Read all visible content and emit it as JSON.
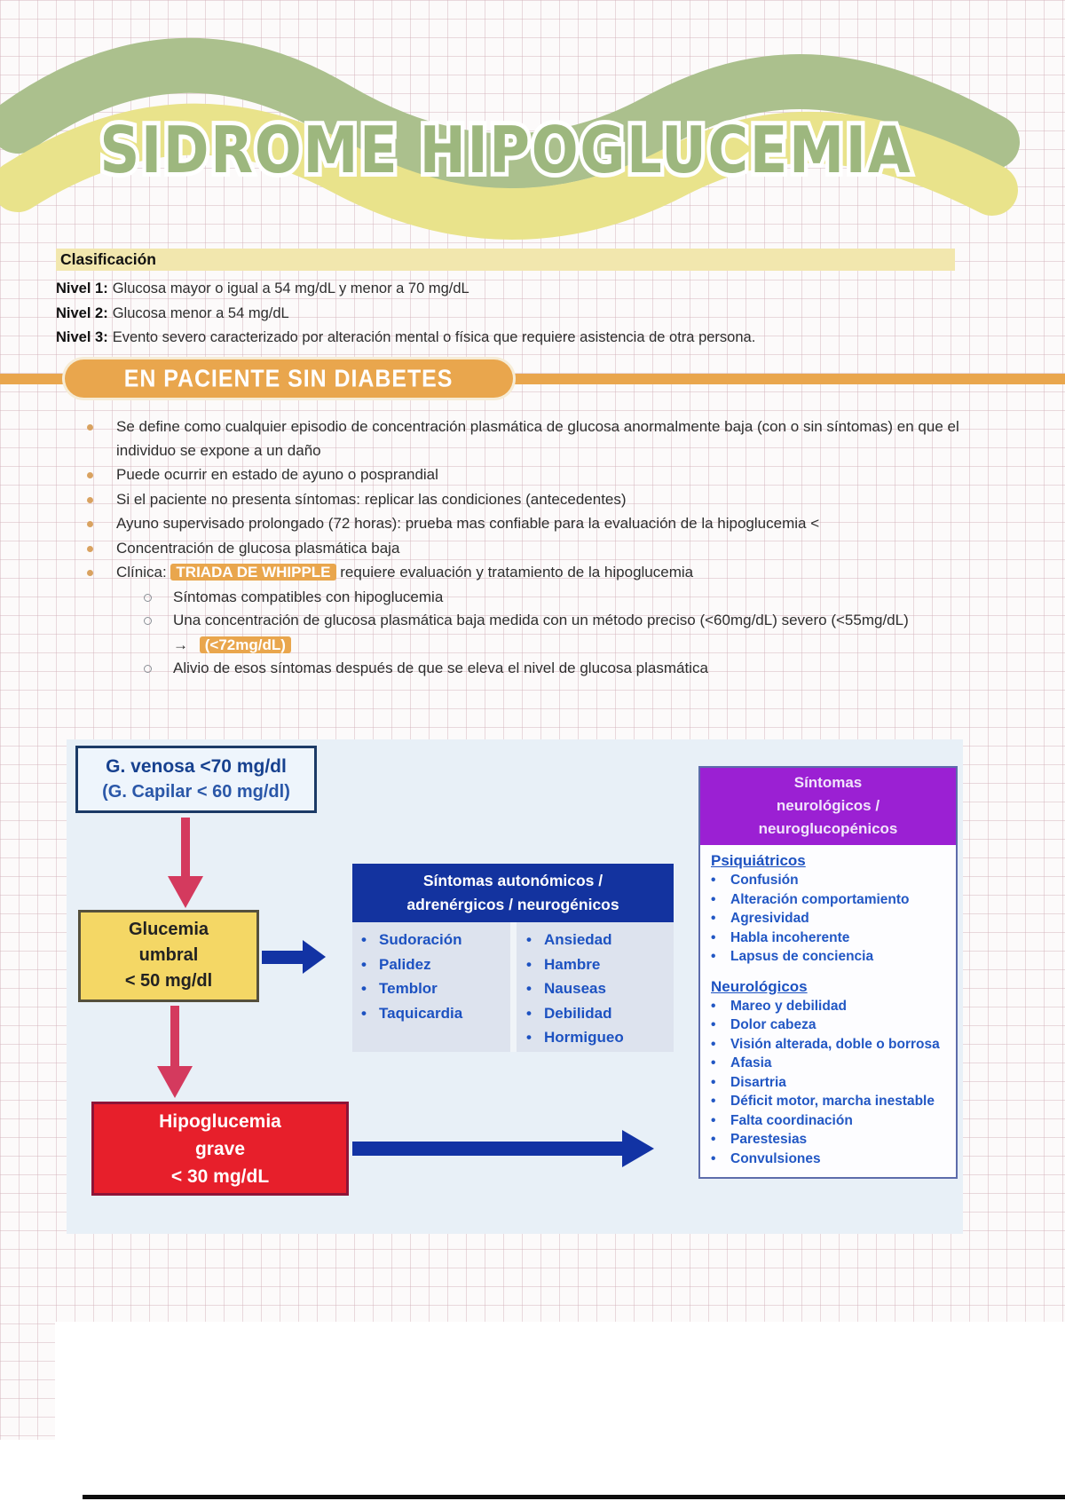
{
  "page": {
    "title": "SIDROME HIPOGLUCEMIA"
  },
  "classification": {
    "heading": "Clasificación",
    "levels": [
      {
        "label": "Nivel 1:",
        "text": "Glucosa mayor o igual a 54 mg/dL y menor a 70 mg/dL"
      },
      {
        "label": "Nivel 2:",
        "text": "Glucosa menor a 54 mg/dL"
      },
      {
        "label": "Nivel 3:",
        "text": "Evento severo caracterizado por alteración mental o física que requiere  asistencia de otra persona."
      }
    ]
  },
  "section_banner": {
    "label": "EN PACIENTE SIN DIABETES"
  },
  "bullets": {
    "items": [
      "Se define como cualquier episodio de concentración plasmática de glucosa anormalmente baja (con o sin síntomas) en que el individuo se expone a un daño",
      "Puede ocurrir en estado de ayuno o posprandial",
      "Si el paciente no presenta síntomas: replicar las condiciones (antecedentes)",
      "Ayuno supervisado prolongado (72 horas): prueba mas confiable para la evaluación de la hipoglucemia <",
      "Concentración de glucosa plasmática baja"
    ],
    "clinica": {
      "prefix": "Clínica:",
      "highlight": "TRIADA DE WHIPPLE",
      "suffix": "requiere evaluación y tratamiento de la hipoglucemia"
    },
    "sub_items": {
      "first": "Síntomas compatibles con hipoglucemia",
      "second": "Una concentración de glucosa plasmática baja medida con un método preciso (<60mg/dL) severo (<55mg/dL)",
      "second_arrow": "→",
      "second_highlight": "(<72mg/dL)",
      "third": "Alivio de esos síntomas después de que se eleva el nivel de glucosa plasmática"
    }
  },
  "flowchart": {
    "venous_box": {
      "line1": "G. venosa <70 mg/dl",
      "line2": "(G. Capilar < 60 mg/dl)"
    },
    "threshold_box": {
      "line1": "Glucemia",
      "line2": "umbral",
      "line3": "< 50 mg/dl"
    },
    "severe_box": {
      "line1": "Hipoglucemia",
      "line2": "grave",
      "line3": "< 30 mg/dL"
    },
    "autonomic": {
      "header_line1": "Síntomas autonómicos /",
      "header_line2": "adrenérgicos / neurogénicos",
      "left_items": [
        "Sudoración",
        "Palidez",
        "Temblor",
        "Taquicardia"
      ],
      "right_items": [
        "Ansiedad",
        "Hambre",
        "Nauseas",
        "Debilidad",
        "Hormigueo"
      ]
    },
    "neuro": {
      "header_line1": "Síntomas",
      "header_line2": "neurológicos /",
      "header_line3": "neuroglucopénicos",
      "psychiatric_heading": "Psiquiátricos",
      "psychiatric_items": [
        "Confusión",
        "Alteración comportamiento",
        "Agresividad",
        "Habla incoherente",
        "Lapsus de conciencia"
      ],
      "neurologic_heading": "Neurológicos",
      "neurologic_items": [
        "Mareo y debilidad",
        "Dolor cabeza",
        "Visión alterada, doble o borrosa",
        "Afasia",
        "Disartria",
        "Déficit motor, marcha inestable",
        "Falta coordinación",
        "Parestesias",
        "Convulsiones"
      ]
    }
  },
  "colors": {
    "accent_orange": "#e9a64d",
    "heading_highlight": "#f2e7ae",
    "wave_green": "#abc08d",
    "wave_yellow": "#e9e38b",
    "flow_background": "#e8f0f7",
    "navy": "#13339f",
    "purple": "#9b20d3",
    "alert_red": "#e71f2b",
    "warning_yellow": "#f4d765",
    "arrow_red": "#d43a5e",
    "flow_text_blue": "#1d52c1"
  }
}
